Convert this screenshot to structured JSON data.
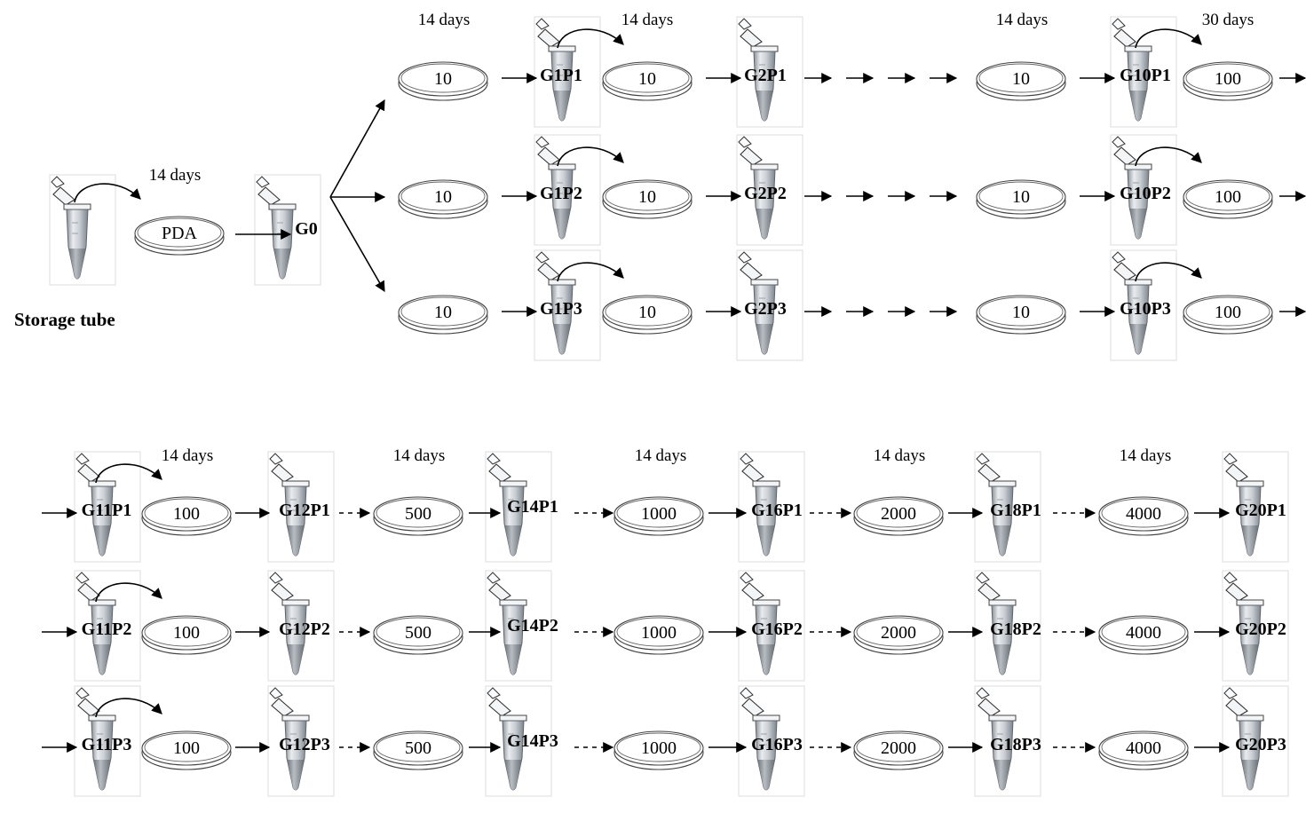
{
  "storage": {
    "label": "Storage tube",
    "days": "14 days",
    "plate": "PDA",
    "g0": "G0"
  },
  "top_days": [
    "14 days",
    "14 days",
    "14 days",
    "30 days"
  ],
  "top_rows": [
    {
      "p1": "10",
      "t1": "G1P1",
      "p2": "10",
      "t2": "G2P1",
      "p3": "10",
      "t3": "G10P1",
      "p4": "100"
    },
    {
      "p1": "10",
      "t1": "G1P2",
      "p2": "10",
      "t2": "G2P2",
      "p3": "10",
      "t3": "G10P2",
      "p4": "100"
    },
    {
      "p1": "10",
      "t1": "G1P3",
      "p2": "10",
      "t2": "G2P3",
      "p3": "10",
      "t3": "G10P3",
      "p4": "100"
    }
  ],
  "bottom_days": [
    "14 days",
    "14 days",
    "14 days",
    "14 days",
    "14 days"
  ],
  "bottom_rows": [
    {
      "t11": "G11P1",
      "p100": "100",
      "t12": "G12P1",
      "p500": "500",
      "t14": "G14P1",
      "p1000": "1000",
      "t16": "G16P1",
      "p2000": "2000",
      "t18": "G18P1",
      "p4000": "4000",
      "t20": "G20P1"
    },
    {
      "t11": "G11P2",
      "p100": "100",
      "t12": "G12P2",
      "p500": "500",
      "t14": "G14P2",
      "p1000": "1000",
      "t16": "G16P2",
      "p2000": "2000",
      "t18": "G18P2",
      "p4000": "4000",
      "t20": "G20P2"
    },
    {
      "t11": "G11P3",
      "p100": "100",
      "t12": "G12P3",
      "p500": "500",
      "t14": "G14P3",
      "p1000": "1000",
      "t16": "G16P3",
      "p2000": "2000",
      "t18": "G18P3",
      "p4000": "4000",
      "t20": "G20P3"
    }
  ]
}
